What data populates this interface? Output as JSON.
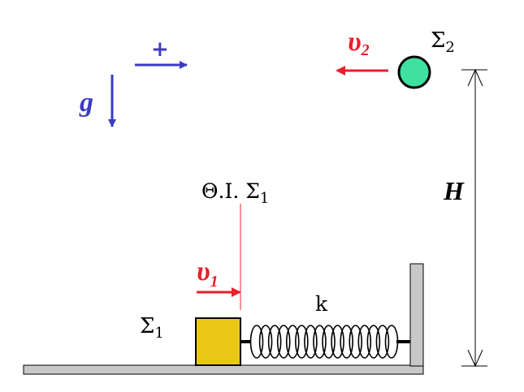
{
  "labels": {
    "plus": "+",
    "g": "g",
    "v2": "υ",
    "v2_sub": "2",
    "sigma2": "Σ",
    "sigma2_sub": "2",
    "H": "H",
    "eq_pos": "Θ.Ι. Σ",
    "eq_pos_sub": "1",
    "v1": "υ",
    "v1_sub": "1",
    "k": "k",
    "sigma1": "Σ",
    "sigma1_sub": "1"
  },
  "colors": {
    "blue": "#3b3bc2",
    "red": "#e8202a",
    "ball": "#3ee0a0",
    "block": "#e8c815",
    "wall": "#c8c8c8",
    "black": "#000000"
  }
}
